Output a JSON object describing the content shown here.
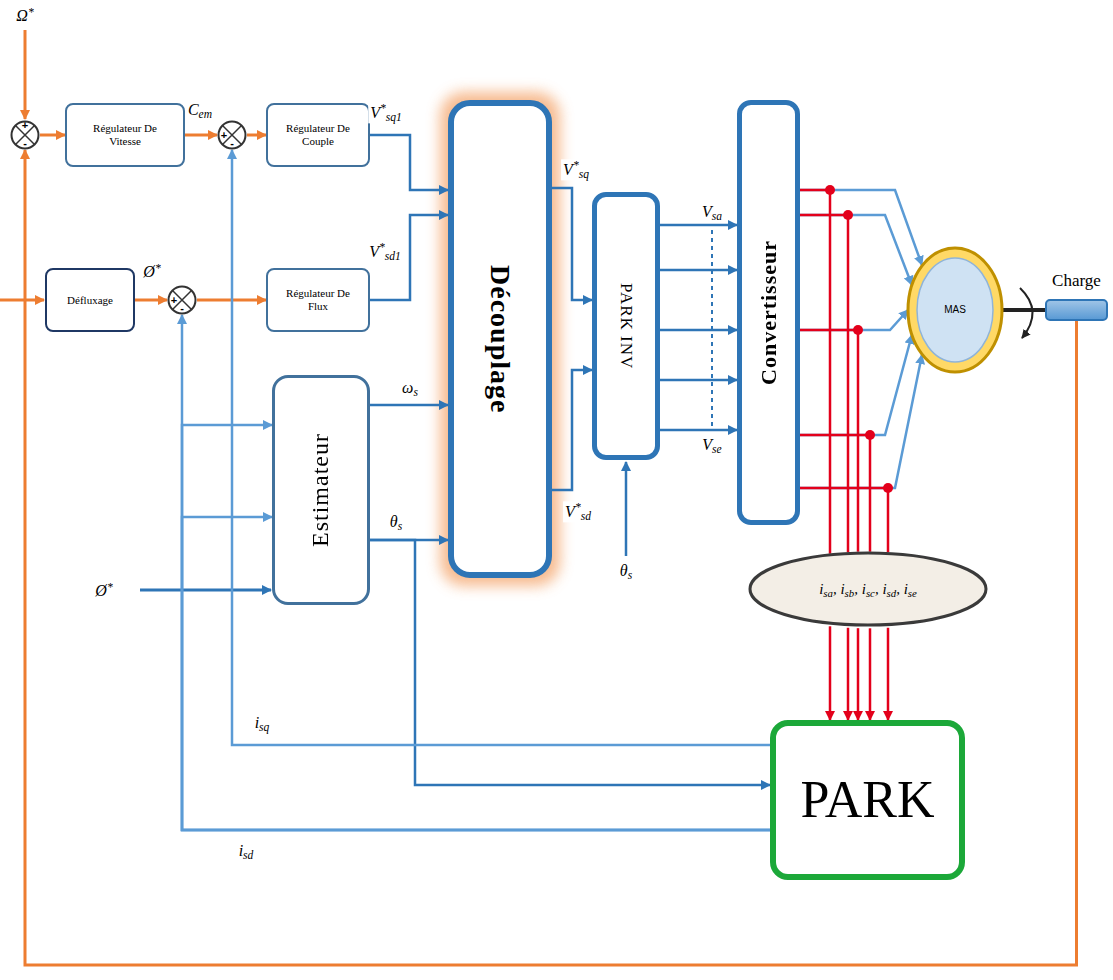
{
  "diagram": {
    "nodes": [
      {
        "text": [
          "+",
          "-"
        ]
      },
      {
        "text": [
          "Régulateur De Vitesse"
        ]
      },
      {
        "text": [
          "+",
          "-"
        ]
      },
      {
        "text": [
          "Régulateur De Couple"
        ]
      },
      {
        "text": [
          "Défluxage"
        ]
      },
      {
        "text": [
          "+",
          "-"
        ]
      },
      {
        "text": [
          "Régulateur De Flux"
        ]
      },
      {
        "text": [
          "Estimateur"
        ]
      },
      {
        "text": [
          "Découplage"
        ]
      },
      {
        "text": [
          "PARK INV"
        ]
      },
      {
        "text": [
          "Convertisseur"
        ]
      },
      {
        "text": [
          "MAS"
        ]
      },
      {
        "text": [
          "Charge"
        ]
      },
      {
        "text": [
          "isa, isb, isc, isd, ise"
        ]
      },
      {
        "text": [
          "PARK"
        ]
      }
    ],
    "edges": [
      {
        "from": 0,
        "to": 1,
        "arrow": "to"
      },
      {
        "from": 1,
        "to": 2,
        "label": "Cem",
        "arrow": "to"
      },
      {
        "from": 2,
        "to": 3,
        "arrow": "to"
      },
      {
        "from": 4,
        "to": 5,
        "label": "Ø*",
        "arrow": "to"
      },
      {
        "from": 5,
        "to": 6,
        "arrow": "to"
      },
      {
        "from": 3,
        "to": 8,
        "label": "V*sq1",
        "arrow": "to"
      },
      {
        "from": 6,
        "to": 8,
        "label": "V*sd1",
        "arrow": "to"
      },
      {
        "from": 7,
        "to": 8,
        "label": "ωs",
        "arrow": "to"
      },
      {
        "from": 7,
        "to": 8,
        "label": "θs",
        "arrow": "to"
      },
      {
        "from": 7,
        "to": 14,
        "arrow": "to"
      },
      {
        "from": 8,
        "to": 9,
        "label": "V*sq",
        "arrow": "to"
      },
      {
        "from": 8,
        "to": 9,
        "label": "V*sd",
        "arrow": "to"
      },
      {
        "from": 9,
        "to": 10,
        "label": "Vsa",
        "arrow": "to"
      },
      {
        "from": 9,
        "to": 10,
        "arrow": "to"
      },
      {
        "from": 9,
        "to": 10,
        "arrow": "to"
      },
      {
        "from": 9,
        "to": 10,
        "arrow": "to"
      },
      {
        "from": 9,
        "to": 10,
        "label": "Vse",
        "arrow": "to"
      },
      {
        "from": 10,
        "to": 11,
        "arrow": "to"
      },
      {
        "from": 10,
        "to": 11,
        "arrow": "to"
      },
      {
        "from": 10,
        "to": 11,
        "arrow": "to"
      },
      {
        "from": 10,
        "to": 11,
        "arrow": "to"
      },
      {
        "from": 10,
        "to": 11,
        "arrow": "to"
      },
      {
        "from": 10,
        "to": 13,
        "arrow": "none"
      },
      {
        "from": 10,
        "to": 13,
        "arrow": "none"
      },
      {
        "from": 10,
        "to": 13,
        "arrow": "none"
      },
      {
        "from": 10,
        "to": 13,
        "arrow": "none"
      },
      {
        "from": 10,
        "to": 13,
        "arrow": "none"
      },
      {
        "from": 13,
        "to": 14,
        "arrow": "to"
      },
      {
        "from": 13,
        "to": 14,
        "arrow": "to"
      },
      {
        "from": 13,
        "to": 14,
        "arrow": "to"
      },
      {
        "from": 13,
        "to": 14,
        "arrow": "to"
      },
      {
        "from": 13,
        "to": 14,
        "arrow": "to"
      },
      {
        "from": 14,
        "to": 2,
        "label": "isq",
        "arrow": "to"
      },
      {
        "from": 14,
        "to": 5,
        "label": "isd",
        "arrow": "to"
      },
      {
        "from": 14,
        "to": 7,
        "arrow": "to"
      },
      {
        "from": 14,
        "to": 7,
        "arrow": "to"
      },
      {
        "from": 11,
        "to": 12,
        "arrow": "none"
      },
      {
        "from": 12,
        "to": 0,
        "arrow": "to"
      }
    ],
    "labels": [
      "Ω*",
      "Ø*",
      "θs"
    ]
  }
}
